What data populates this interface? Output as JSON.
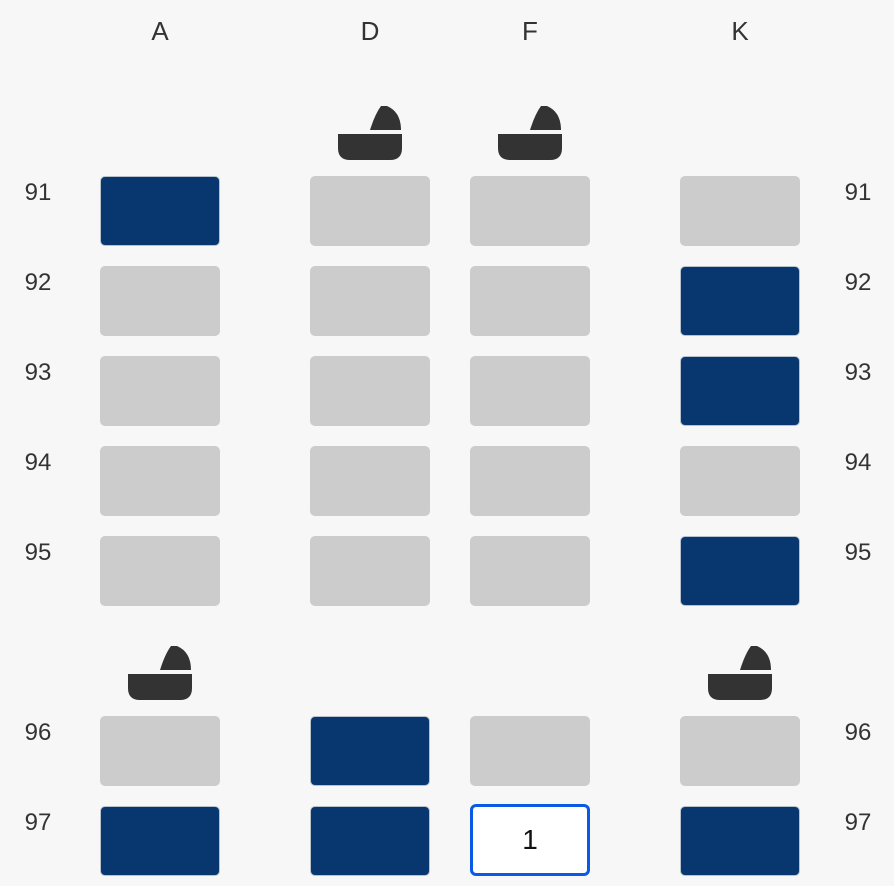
{
  "columns": [
    "A",
    "D",
    "F",
    "K"
  ],
  "rows": [
    {
      "label": "91",
      "bassinet_above": [
        "D",
        "F"
      ],
      "seats": {
        "A": "occupied",
        "D": "available",
        "F": "available",
        "K": "available"
      }
    },
    {
      "label": "92",
      "bassinet_above": [],
      "seats": {
        "A": "available",
        "D": "available",
        "F": "available",
        "K": "occupied"
      }
    },
    {
      "label": "93",
      "bassinet_above": [],
      "seats": {
        "A": "available",
        "D": "available",
        "F": "available",
        "K": "occupied"
      }
    },
    {
      "label": "94",
      "bassinet_above": [],
      "seats": {
        "A": "available",
        "D": "available",
        "F": "available",
        "K": "available"
      }
    },
    {
      "label": "95",
      "bassinet_above": [],
      "seats": {
        "A": "available",
        "D": "available",
        "F": "available",
        "K": "occupied"
      }
    },
    {
      "label": "96",
      "bassinet_above": [
        "A",
        "K"
      ],
      "seats": {
        "A": "available",
        "D": "occupied",
        "F": "available",
        "K": "available"
      }
    },
    {
      "label": "97",
      "bassinet_above": [],
      "seats": {
        "A": "occupied",
        "D": "occupied",
        "F": "selected",
        "K": "occupied"
      }
    }
  ],
  "selected_seat": {
    "row": "97",
    "column": "F",
    "passenger_label": "1"
  },
  "colors": {
    "occupied": "#08366e",
    "available": "#cccccc",
    "selected_border": "#0a5ae6"
  },
  "icons": {
    "bassinet": "bassinet-icon"
  }
}
